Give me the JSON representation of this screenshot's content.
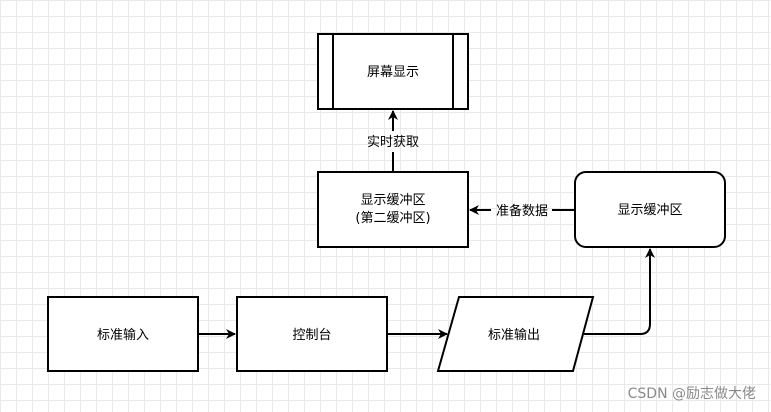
{
  "nodes": {
    "screen_display": "屏幕显示",
    "display_buffer_second_line1": "显示缓冲区",
    "display_buffer_second_line2": "(第二缓冲区)",
    "display_buffer": "显示缓冲区",
    "standard_input": "标准输入",
    "console": "控制台",
    "standard_output": "标准输出"
  },
  "edges": {
    "realtime_fetch": "实时获取",
    "prepare_data": "准备数据"
  },
  "watermark": "CSDN @励志做大佬"
}
